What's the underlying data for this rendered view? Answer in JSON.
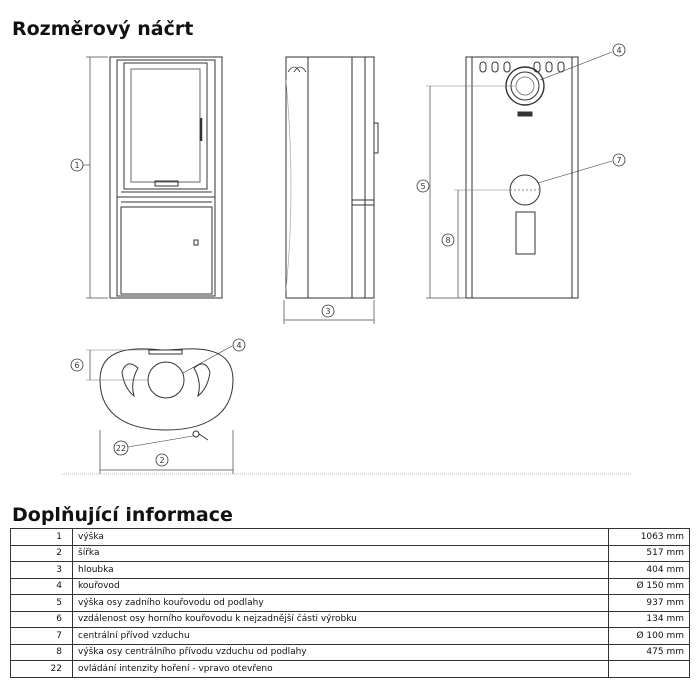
{
  "section_titles": {
    "sketch": "Rozměrový náčrt",
    "info": "Doplňující informace"
  },
  "callouts": {
    "front_height": "1",
    "side_depth": "3",
    "rear_pipe_height": "5",
    "rear_flue": "4",
    "rear_air": "7",
    "rear_air_height": "8",
    "top_flue": "4",
    "top_distance": "6",
    "top_width": "2",
    "top_control": "22"
  },
  "table": {
    "rows": [
      {
        "no": "1",
        "label": "výška",
        "value": "1063 mm"
      },
      {
        "no": "2",
        "label": "šířka",
        "value": "517 mm"
      },
      {
        "no": "3",
        "label": "hloubka",
        "value": "404 mm"
      },
      {
        "no": "4",
        "label": "kouřovod",
        "value": "Ø 150 mm"
      },
      {
        "no": "5",
        "label": "výška osy zadního kouřovodu od podlahy",
        "value": "937 mm"
      },
      {
        "no": "6",
        "label": "vzdálenost osy horního kouřovodu k nejzadnější části výrobku",
        "value": "134 mm"
      },
      {
        "no": "7",
        "label": "centrální přívod vzduchu",
        "value": "Ø 100 mm"
      },
      {
        "no": "8",
        "label": "výška osy centrálního přívodu vzduchu od podlahy",
        "value": "475 mm"
      },
      {
        "no": "22",
        "label": "ovládání intenzity hoření - vpravo otevřeno",
        "value": ""
      }
    ]
  }
}
